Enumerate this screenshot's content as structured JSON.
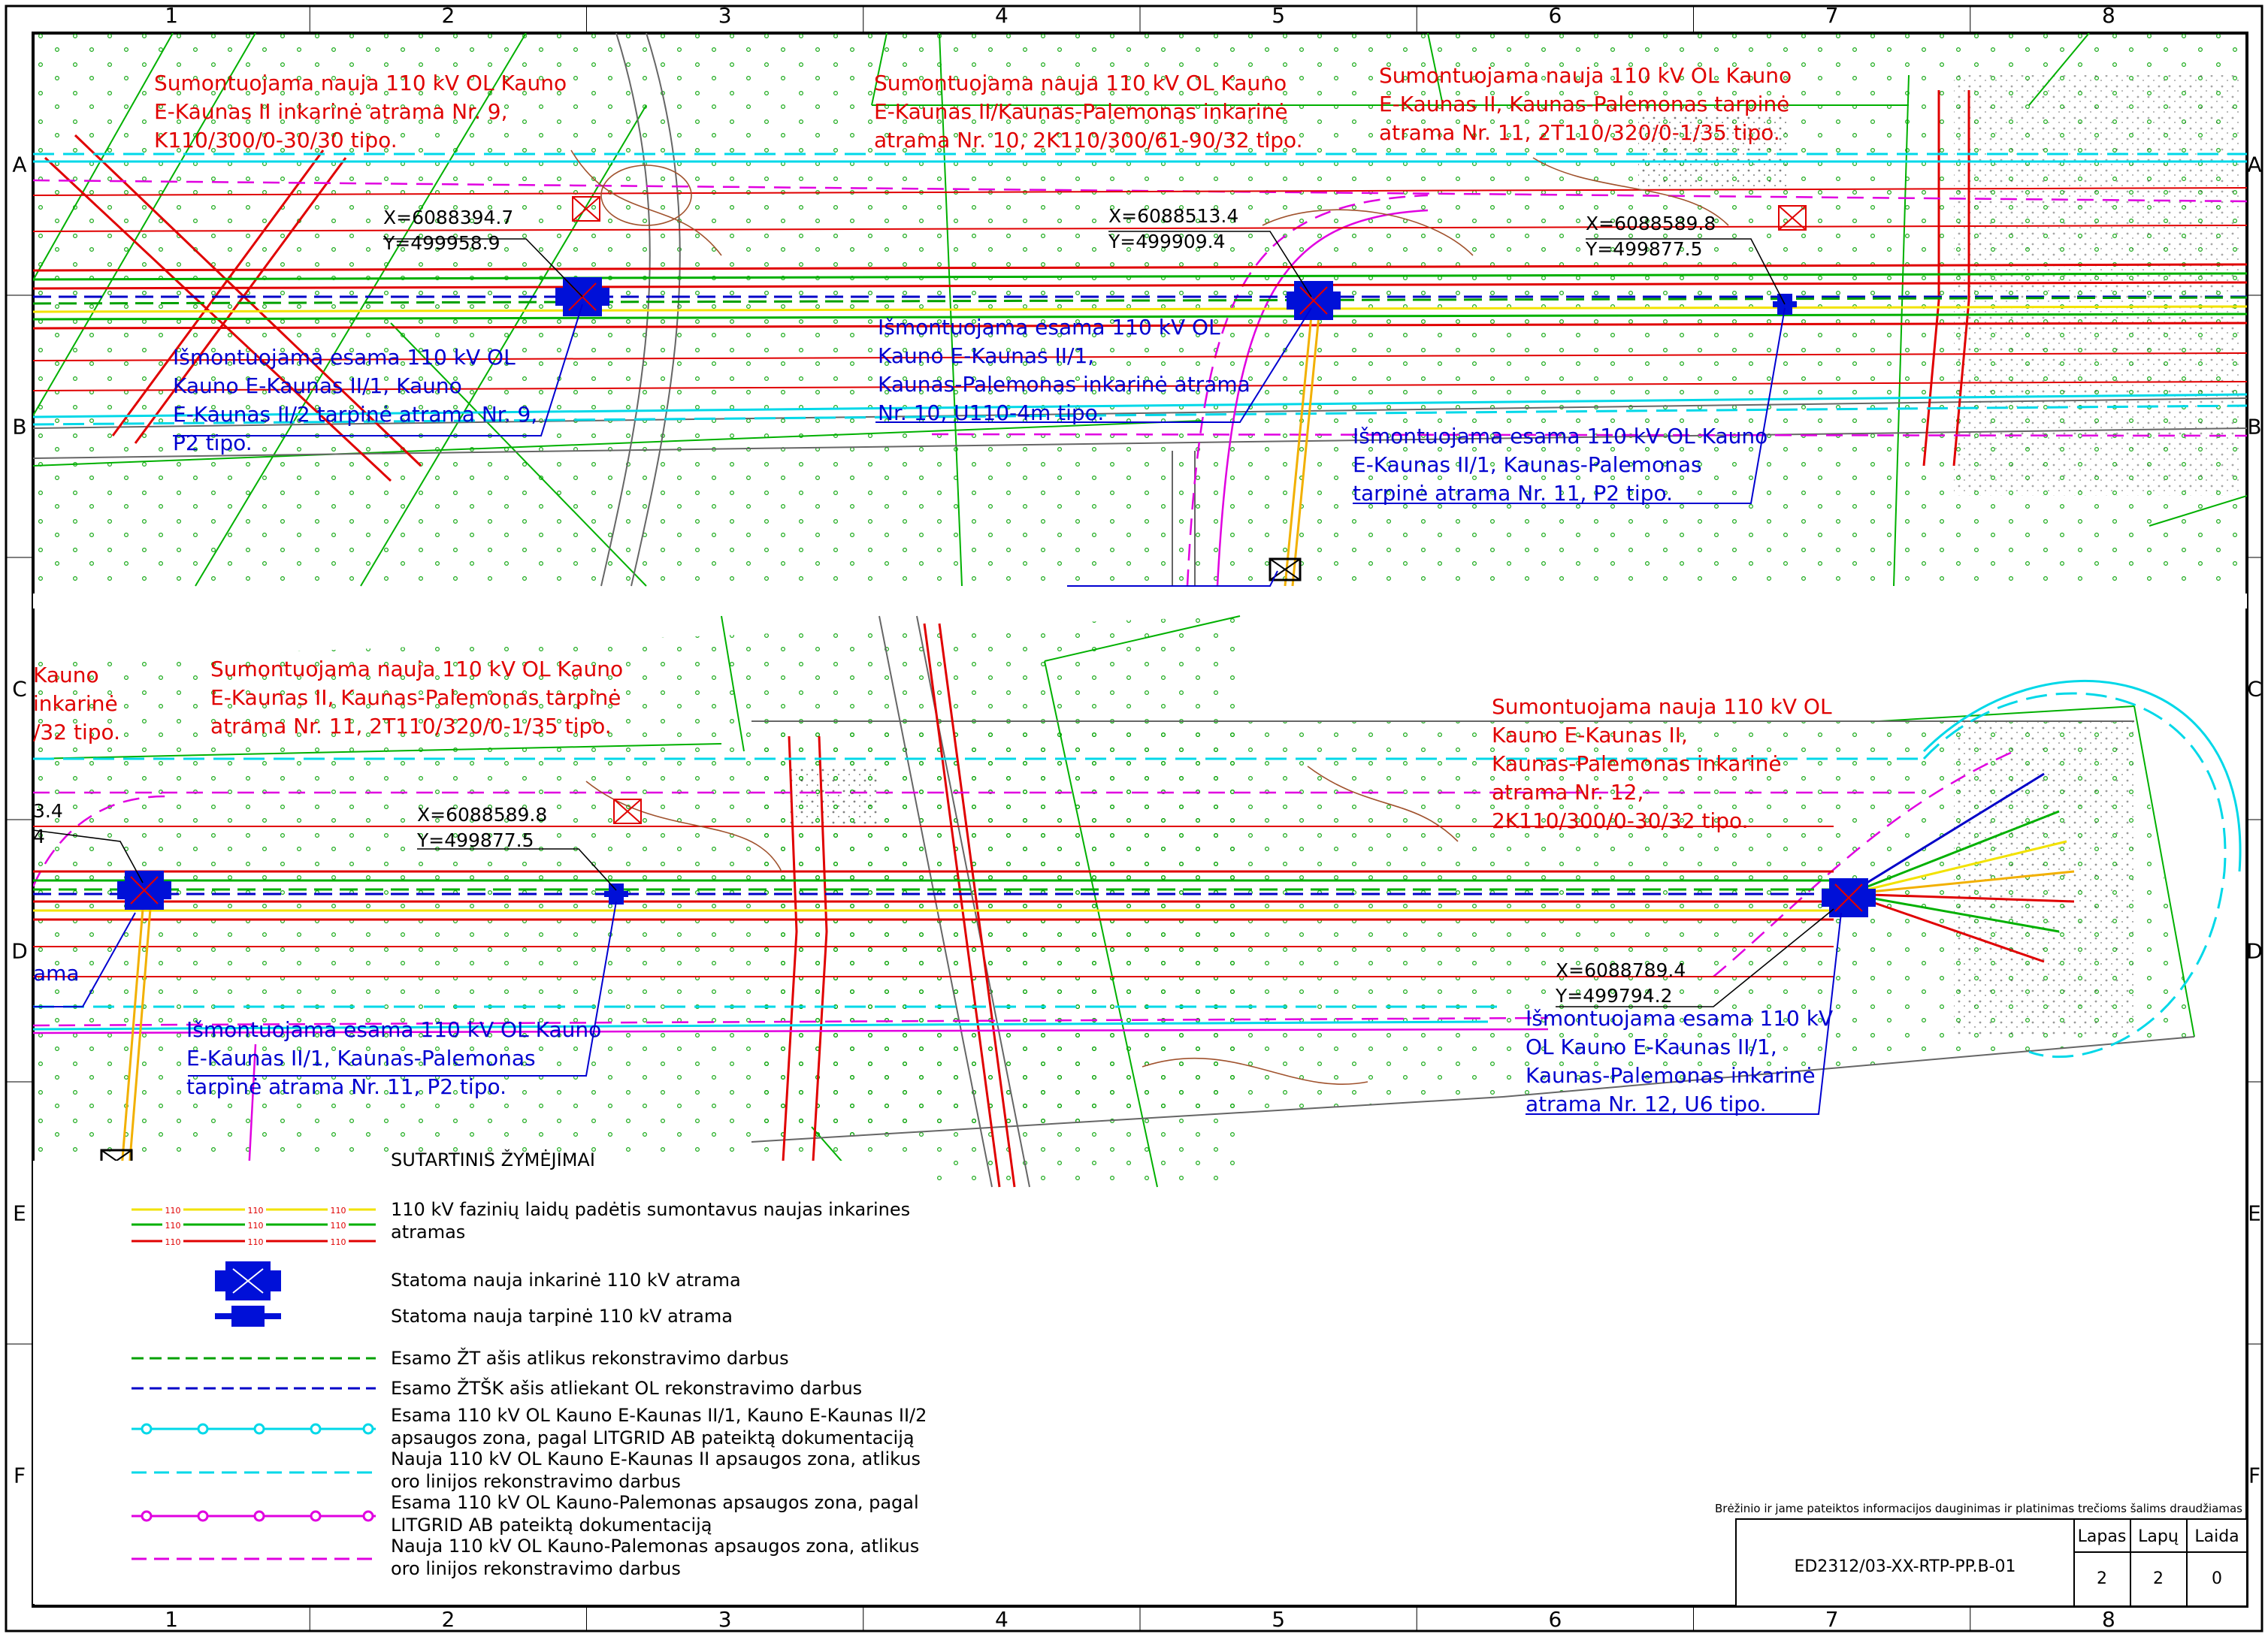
{
  "grid": {
    "columns": [
      "1",
      "2",
      "3",
      "4",
      "5",
      "6",
      "7",
      "8"
    ],
    "rows": [
      "A",
      "B",
      "C",
      "D",
      "E",
      "F"
    ]
  },
  "colors": {
    "new_phase_yellow": "#f2e200",
    "new_phase_green": "#00b000",
    "new_phase_red": "#e00000",
    "existing_zt_green": "#00a000",
    "existing_ztsk_blue": "#0000c8",
    "cyan_zone": "#00d8e8",
    "magenta_zone": "#e000e0",
    "label_red": "#e00000",
    "label_blue": "#0000d0"
  },
  "top_view": {
    "red_labels": [
      {
        "lines": [
          "Sumontuojama nauja 110 kV OL Kauno",
          "E-Kaunas II inkarinė atrama Nr. 9,",
          "K110/300/0-30/30 tipo."
        ]
      },
      {
        "lines": [
          "Sumontuojama nauja 110 kV OL Kauno",
          "E-Kaunas II/Kaunas-Palemonas inkarinė",
          "atrama Nr. 10, 2K110/300/61-90/32 tipo."
        ]
      },
      {
        "lines": [
          "Sumontuojama nauja 110 kV OL Kauno",
          "E-Kaunas II, Kaunas-Palemonas tarpinė",
          "atrama Nr. 11, 2T110/320/0-1/35 tipo."
        ]
      }
    ],
    "blue_labels": [
      {
        "lines": [
          "Išmontuojama esama 110 kV OL",
          "Kauno E-Kaunas II/1, Kauno",
          "E-Kaunas II/2 tarpinė atrama Nr. 9,",
          "P2 tipo."
        ]
      },
      {
        "lines": [
          "Išmontuojama esama 110 kV OL",
          "Kauno E-Kaunas II/1,",
          "Kaunas-Palemonas inkarinė atrama",
          "Nr. 10, U110-4m tipo."
        ]
      },
      {
        "lines": [
          "Išmontuojama esama 110 kV OL Kauno",
          "E-Kaunas II/1, Kaunas-Palemonas",
          "tarpinė atrama Nr. 11, P2 tipo."
        ]
      }
    ],
    "coords": [
      {
        "x": "X=6088394.7",
        "y": "Y=499958.9"
      },
      {
        "x": "X=6088513.4",
        "y": "Y=499909.4"
      },
      {
        "x": "X=6088589.8",
        "y": "Y=499877.5"
      }
    ]
  },
  "bottom_view": {
    "red_labels": [
      {
        "lines": [
          "Kauno",
          "inkarinė",
          "/32 tipo."
        ]
      },
      {
        "lines": [
          "Sumontuojama nauja 110 kV OL Kauno",
          "E-Kaunas II, Kaunas-Palemonas tarpinė",
          "atrama Nr. 11, 2T110/320/0-1/35 tipo."
        ]
      },
      {
        "lines": [
          "Sumontuojama nauja 110 kV OL",
          "Kauno E-Kaunas II,",
          "Kaunas-Palemonas inkarinė",
          "atrama Nr. 12,",
          "2K110/300/0-30/32 tipo."
        ]
      }
    ],
    "blue_labels": [
      {
        "lines": [
          "ama"
        ]
      },
      {
        "lines": [
          "Išmontuojama esama 110 kV OL Kauno",
          "E-Kaunas II/1, Kaunas-Palemonas",
          "tarpinė atrama Nr. 11, P2 tipo."
        ]
      },
      {
        "lines": [
          "Išmontuojama esama 110 kV",
          "OL Kauno E-Kaunas II/1,",
          "Kaunas-Palemonas inkarinė",
          "atrama Nr. 12, U6 tipo."
        ]
      }
    ],
    "coords": [
      {
        "x": "X=6088589.8",
        "y": "Y=499877.5"
      },
      {
        "x": "X=6088789.4",
        "y": "Y=499794.2"
      }
    ],
    "partial_coords": [
      "3.4",
      "4"
    ]
  },
  "legend": {
    "title": "SUTARTINIS ŽYMĖJIMAI",
    "items": [
      {
        "key": "phase",
        "lines": [
          "110 kV fazinių laidų padėtis sumontavus naujas inkarines",
          "atramas"
        ]
      },
      {
        "key": "anchor",
        "lines": [
          "Statoma nauja inkarinė 110 kV atrama"
        ]
      },
      {
        "key": "intermediate",
        "lines": [
          "Statoma nauja tarpinė 110 kV atrama"
        ]
      },
      {
        "key": "zt",
        "lines": [
          "Esamo ŽT ašis atlikus rekonstravimo darbus"
        ]
      },
      {
        "key": "ztsk",
        "lines": [
          "Esamo ŽTŠK ašis atliekant OL rekonstravimo darbus"
        ]
      },
      {
        "key": "cyan_dots",
        "lines": [
          "Esama 110 kV OL Kauno E-Kaunas II/1, Kauno E-Kaunas II/2",
          "apsaugos zona, pagal LITGRID AB pateiktą dokumentaciją"
        ]
      },
      {
        "key": "cyan_dash",
        "lines": [
          "Nauja 110 kV OL Kauno E-Kaunas II apsaugos zona, atlikus",
          "oro linijos rekonstravimo darbus"
        ]
      },
      {
        "key": "magenta_dots",
        "lines": [
          "Esama 110 kV OL Kauno-Palemonas apsaugos zona, pagal",
          "LITGRID AB pateiktą dokumentaciją"
        ]
      },
      {
        "key": "magenta_dash",
        "lines": [
          "Nauja 110 kV OL Kauno-Palemonas apsaugos zona, atlikus",
          "oro linijos rekonstravimo darbus"
        ]
      }
    ],
    "line_tag": "110"
  },
  "title_block": {
    "notice": "Brėžinio ir jame pateiktos informacijos dauginimas ir platinimas trečioms šalims draudžiamas",
    "doc_code": "ED2312/03-XX-RTP-PP.B-01",
    "headers": [
      "Lapas",
      "Lapų",
      "Laida"
    ],
    "values": [
      "2",
      "2",
      "0"
    ]
  }
}
